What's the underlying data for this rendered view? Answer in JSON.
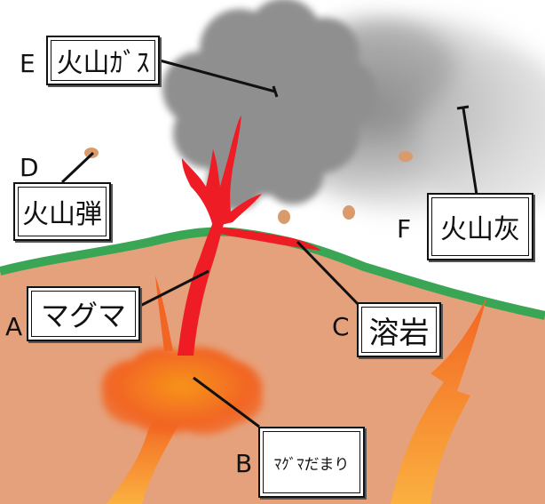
{
  "labels": {
    "A": {
      "letter": "A",
      "text": "マグマ"
    },
    "B": {
      "letter": "B",
      "text": "ﾏｸﾞﾏだまり"
    },
    "C": {
      "letter": "C",
      "text": "溶岩"
    },
    "D": {
      "letter": "D",
      "text": "火山弾"
    },
    "E": {
      "letter": "E",
      "text": "火山ｶﾞｽ"
    },
    "F": {
      "letter": "F",
      "text": "火山灰"
    }
  },
  "colors": {
    "ground": "#e5a17c",
    "surface_line": "#3aa655",
    "magma": "#ee1c24",
    "chamber": "#f26522",
    "gas": "#8c8c8c",
    "ash": "#b5b5b5",
    "bomb": "#d99a6c"
  }
}
